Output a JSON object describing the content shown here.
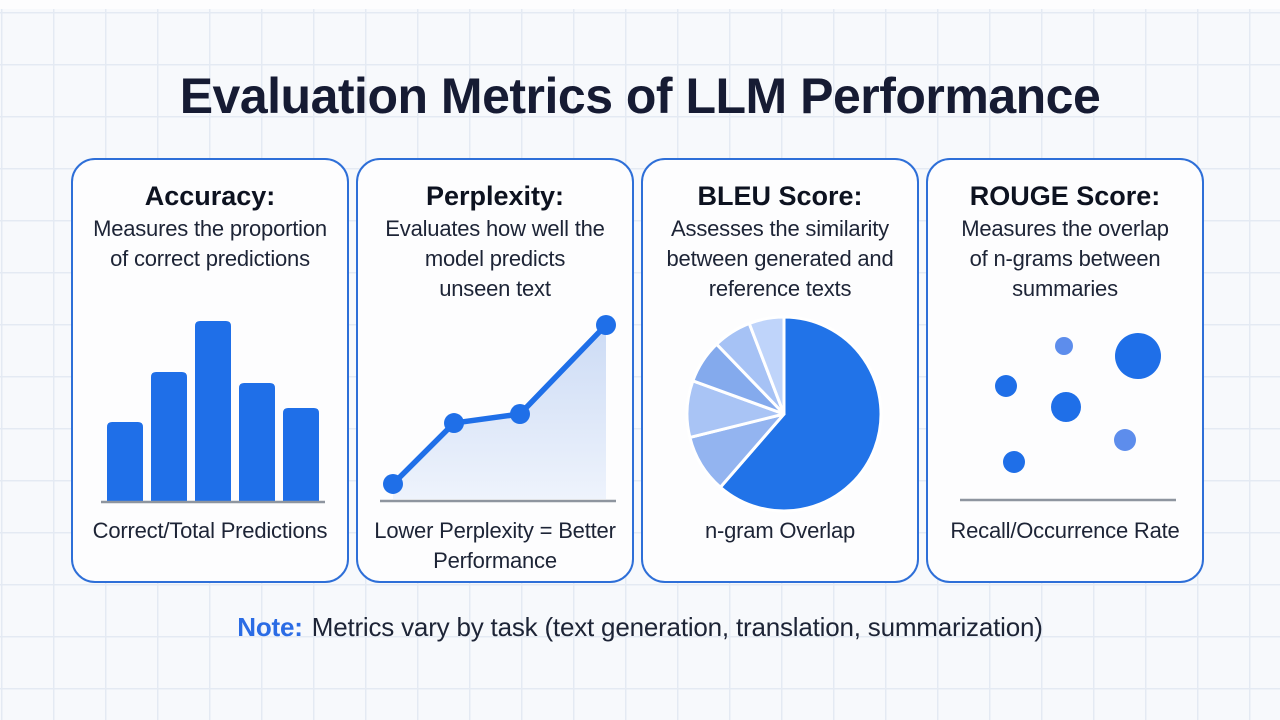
{
  "title": "Evaluation Metrics of LLM Performance",
  "note": {
    "label": "Note:",
    "text": "Metrics vary by task (text generation, translation, summarization)"
  },
  "colors": {
    "blue": "#1f6fe8",
    "lightBlue": "#5d8dec",
    "baseline": "#8e959f",
    "cardBorder": "#2e6fd8",
    "noteBlue": "#2b6ce5",
    "titleDark": "#161b33",
    "bodyText": "#1d2436",
    "pageBg": "#f7f9fc",
    "gridLine": "#e4eaf3",
    "areaFillTop": "#ccdbf5",
    "areaFillBottom": "#eef3fc"
  },
  "cards": [
    {
      "title": "Accuracy:",
      "description": "Measures the proportion\nof correct predictions",
      "caption": "Correct/Total Predictions",
      "chart": {
        "type": "bar",
        "values": [
          0.44,
          0.72,
          1.0,
          0.66,
          0.52
        ]
      }
    },
    {
      "title": "Perplexity:",
      "description": "Evaluates how well the\nmodel predicts\nunseen text",
      "caption": "Lower Perplexity = Better\nPerformance",
      "chart": {
        "type": "line",
        "points": [
          [
            0.084,
            0.102
          ],
          [
            0.328,
            0.446
          ],
          [
            0.592,
            0.497
          ],
          [
            0.936,
            1.0
          ]
        ]
      }
    },
    {
      "title": "BLEU Score:",
      "description": "Assesses the similarity\nbetween generated and\nreference texts",
      "caption": "n-gram Overlap",
      "chart": {
        "type": "pie",
        "slices": [
          {
            "from": 0,
            "to": 221,
            "color": "#2173e8"
          },
          {
            "from": 221,
            "to": 256,
            "color": "#93b4f0"
          },
          {
            "from": 256,
            "to": 290,
            "color": "#a9c4f5"
          },
          {
            "from": 290,
            "to": 316,
            "color": "#84aaed"
          },
          {
            "from": 316,
            "to": 339,
            "color": "#a6c2f5"
          },
          {
            "from": 339,
            "to": 360,
            "color": "#bfd4fa"
          }
        ]
      }
    },
    {
      "title": "ROUGE Score:",
      "description": "Measures the overlap\nof n-grams between\nsummaries",
      "caption": "Recall/Occurrence Rate",
      "chart": {
        "type": "scatter",
        "points": [
          [
            112,
            34,
            9,
            "light"
          ],
          [
            186,
            44,
            23,
            "dark"
          ],
          [
            54,
            74,
            11,
            "dark"
          ],
          [
            114,
            95,
            15,
            "dark"
          ],
          [
            173,
            128,
            11,
            "light"
          ],
          [
            62,
            150,
            11,
            "dark"
          ]
        ]
      }
    }
  ]
}
